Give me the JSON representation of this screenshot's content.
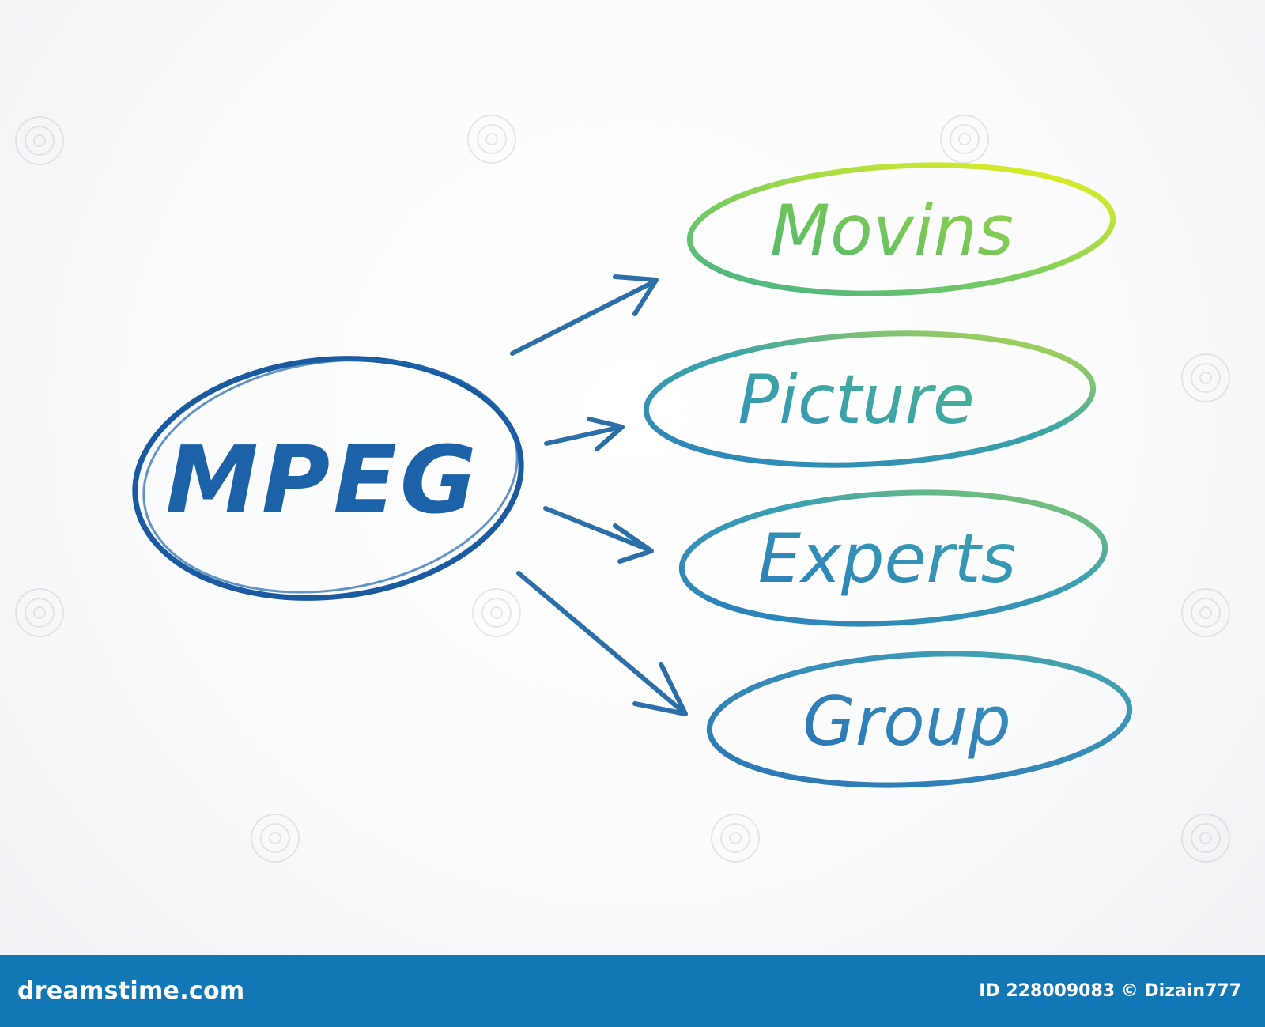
{
  "diagram": {
    "center": {
      "label": "MPEG"
    },
    "branches": [
      {
        "label": "Movins"
      },
      {
        "label": "Picture"
      },
      {
        "label": "Experts"
      },
      {
        "label": "Group"
      }
    ]
  },
  "colors": {
    "center_stroke": "#1a5aa0",
    "arrow_stroke": "#2c6fa8",
    "gradient_top": "#f2f21a",
    "gradient_mid": "#56c281",
    "gradient_bottom": "#2a78ba"
  },
  "footer": {
    "brand": "dreamstime.com",
    "credit": "ID 228009083 © Dizain777"
  }
}
